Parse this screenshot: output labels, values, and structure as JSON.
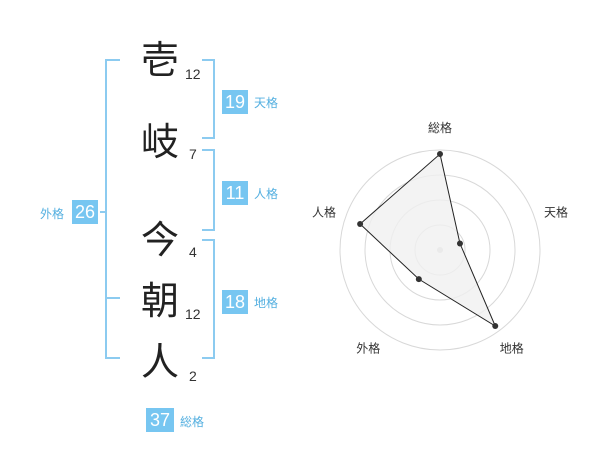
{
  "characters": [
    {
      "char": "壱",
      "strokes": "12"
    },
    {
      "char": "岐",
      "strokes": "7"
    },
    {
      "char": "今",
      "strokes": "4"
    },
    {
      "char": "朝",
      "strokes": "12"
    },
    {
      "char": "人",
      "strokes": "2"
    }
  ],
  "kakusu": {
    "tenkaku": {
      "value": "19",
      "label": "天格"
    },
    "jinkaku": {
      "value": "11",
      "label": "人格"
    },
    "chikaku": {
      "value": "18",
      "label": "地格"
    },
    "gaikaku": {
      "value": "26",
      "label": "外格"
    },
    "soukaku": {
      "value": "37",
      "label": "総格"
    }
  },
  "colors": {
    "accent": "#77c6f1",
    "accent_text": "#53afe0",
    "bracket": "#8ccbf0",
    "radar_fill": "#f0f0f0",
    "radar_line": "#222222"
  },
  "chart_data": {
    "type": "radar",
    "axes": [
      "総格",
      "天格",
      "地格",
      "外格",
      "人格"
    ],
    "rings": 4,
    "values": [
      0.96,
      0.21,
      0.94,
      0.36,
      0.84
    ],
    "range": [
      0,
      1
    ],
    "grid": true
  }
}
